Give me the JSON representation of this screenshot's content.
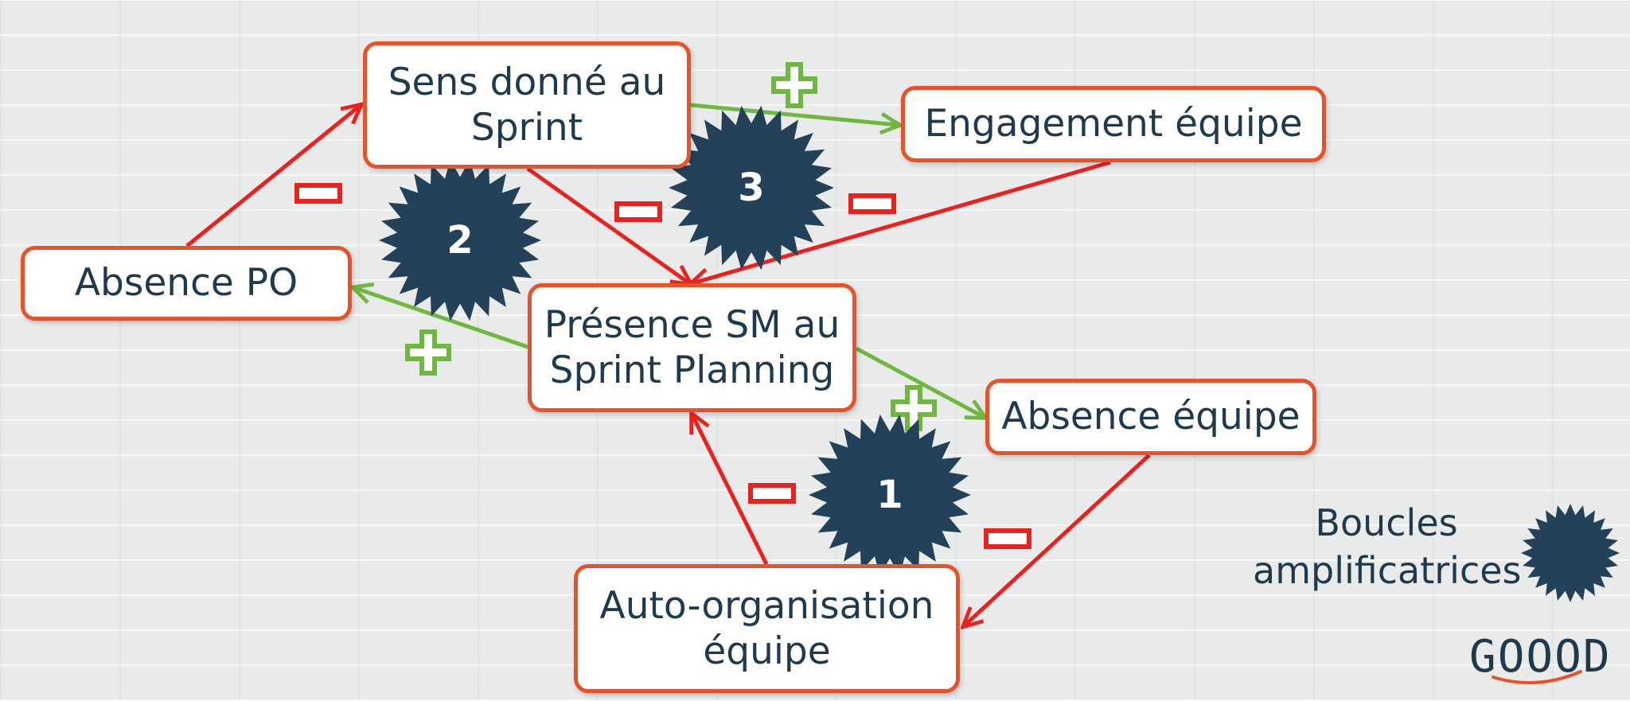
{
  "diagram": {
    "nodes": [
      {
        "id": "sens",
        "lines": [
          "Sens donné au",
          "Sprint"
        ]
      },
      {
        "id": "engagement",
        "lines": [
          "Engagement équipe"
        ]
      },
      {
        "id": "absence_po",
        "lines": [
          "Absence PO"
        ]
      },
      {
        "id": "presence_sm",
        "lines": [
          "Présence SM au",
          "Sprint Planning"
        ]
      },
      {
        "id": "absence_equipe",
        "lines": [
          "Absence équipe"
        ]
      },
      {
        "id": "auto_org",
        "lines": [
          "Auto-organisation",
          "équipe"
        ]
      }
    ],
    "loops": [
      {
        "label": "1"
      },
      {
        "label": "2"
      },
      {
        "label": "3"
      }
    ],
    "edges": [
      {
        "from": "absence_po",
        "to": "sens",
        "sign": "minus"
      },
      {
        "from": "sens",
        "to": "engagement",
        "sign": "plus"
      },
      {
        "from": "sens",
        "to": "presence_sm",
        "sign": "minus"
      },
      {
        "from": "engagement",
        "to": "presence_sm",
        "sign": "minus"
      },
      {
        "from": "presence_sm",
        "to": "absence_po",
        "sign": "plus"
      },
      {
        "from": "presence_sm",
        "to": "absence_equipe",
        "sign": "plus"
      },
      {
        "from": "auto_org",
        "to": "presence_sm",
        "sign": "minus"
      },
      {
        "from": "absence_equipe",
        "to": "auto_org",
        "sign": "minus"
      }
    ],
    "colors": {
      "node_border": "#e8522b",
      "node_text": "#1f3a4d",
      "minus_edge": "#e8231f",
      "plus_edge": "#6fb73e",
      "loop_fill": "#23425a"
    }
  },
  "legend": {
    "line1": "Boucles",
    "line2": "amplificatrices",
    "icon": "dark-starburst-icon"
  },
  "logo": {
    "text": "GOOOD"
  }
}
